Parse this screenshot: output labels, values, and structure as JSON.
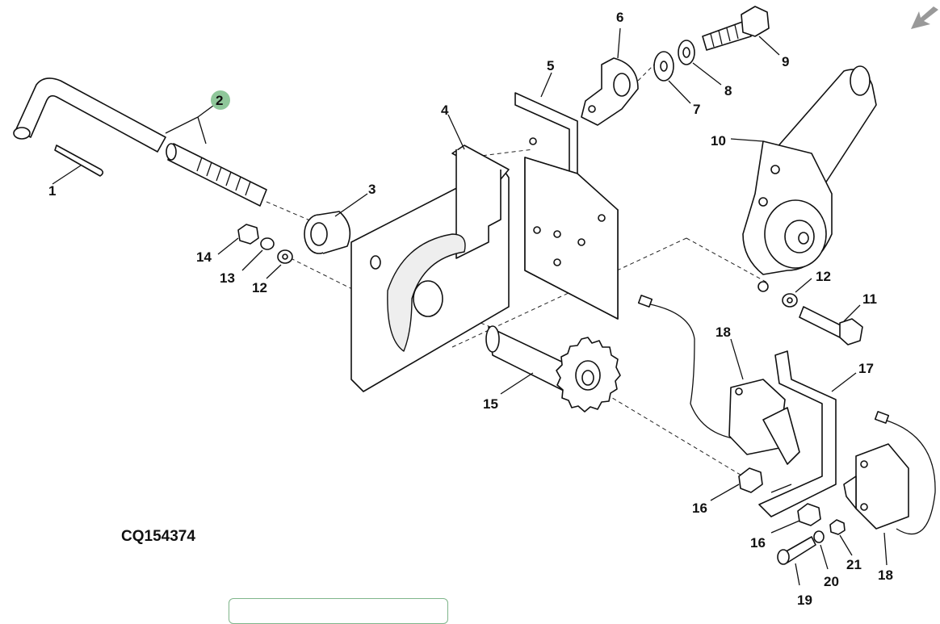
{
  "diagram": {
    "code": "CQ154374",
    "highlighted_callout": "2",
    "callouts": [
      "1",
      "2",
      "3",
      "4",
      "5",
      "6",
      "7",
      "8",
      "9",
      "10",
      "11",
      "12",
      "12",
      "13",
      "14",
      "15",
      "16",
      "16",
      "17",
      "18",
      "18",
      "19",
      "20",
      "21"
    ]
  },
  "colors": {
    "highlight": "#8fc79a",
    "panel_border": "#7fb58a",
    "arrow": "#999999"
  },
  "nav": {
    "arrow_icon": "arrow-down-left-icon"
  }
}
